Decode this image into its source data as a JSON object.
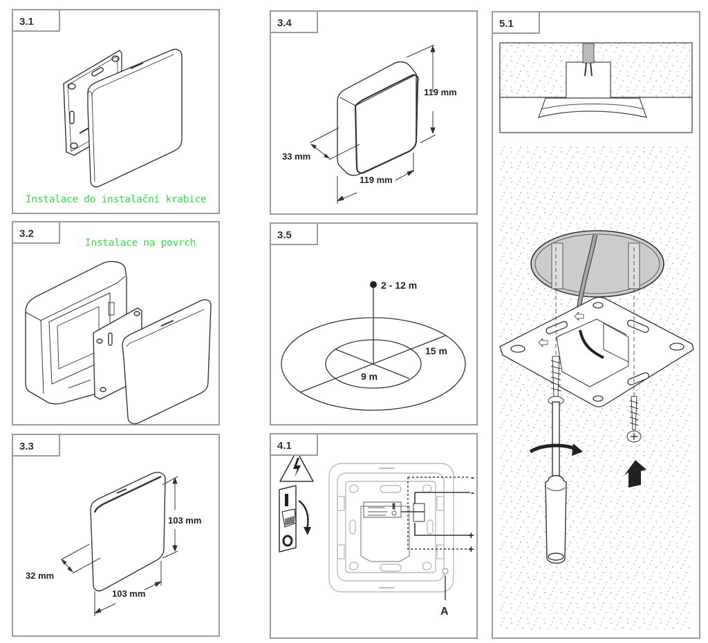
{
  "document": {
    "type": "installation instructions figure sheet",
    "accent_color": "#33dd44",
    "line_color": "#333333"
  },
  "panels": {
    "p3_1": {
      "label": "3.1",
      "caption": "Instalace do instalační krabice",
      "illustration": "flush-mount plate with cover"
    },
    "p3_2": {
      "label": "3.2",
      "caption": "Instalace na povrch",
      "illustration": "surface-mount box, plate and cover exploded view"
    },
    "p3_3": {
      "label": "3.3",
      "illustration": "cover dimensions",
      "dimensions": {
        "depth": "32 mm",
        "height": "103 mm",
        "width": "103 mm"
      }
    },
    "p3_4": {
      "label": "3.4",
      "illustration": "surface-mount housing dimensions",
      "dimensions": {
        "depth": "33 mm",
        "height": "119 mm",
        "width": "119 mm"
      }
    },
    "p3_5": {
      "label": "3.5",
      "illustration": "detection range",
      "mounting_height": "2 - 12 m",
      "outer_range": "15 m",
      "inner_range": "9 m"
    },
    "p4_1": {
      "label": "4.1",
      "illustration": "wiring with mains switched off",
      "icons": [
        "high-voltage-warning-icon",
        "circuit-breaker-icon",
        "turn-off-arrow-icon"
      ],
      "breaker_on": "I",
      "breaker_off": "O",
      "terminals": [
        "-",
        "-",
        "+",
        "+"
      ],
      "marker": "A"
    },
    "p5_1": {
      "label": "5.1",
      "illustration": "ceiling mounting: box in ceiling, mounting plate screwed with screwdriver",
      "icons": [
        "cable-icon",
        "screwdriver-icon",
        "screw-icon",
        "rotate-arrow-icon",
        "up-arrow-icon"
      ]
    }
  }
}
